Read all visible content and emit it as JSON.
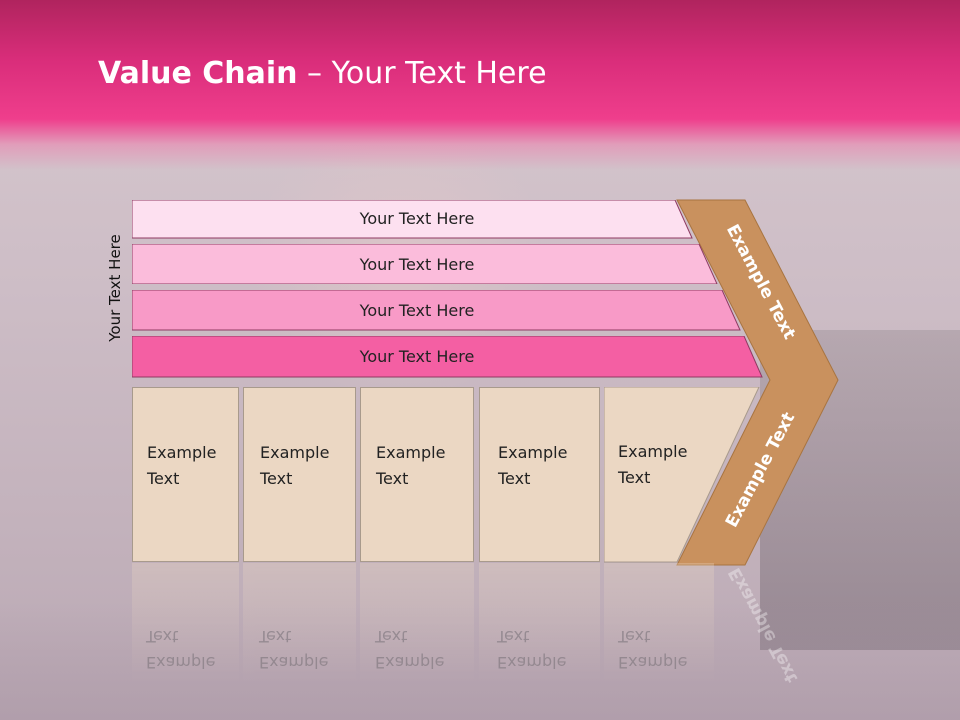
{
  "slide": {
    "title_bold": "Value Chain",
    "title_rest": " – Your Text Here",
    "side_label": "Your Text Here",
    "rows": [
      {
        "label": "Your Text Here",
        "color": "#fde0f0"
      },
      {
        "label": "Your Text Here",
        "color": "#fbbcdb"
      },
      {
        "label": "Your Text Here",
        "color": "#f89ac7"
      },
      {
        "label": "Your Text Here",
        "color": "#f45fa3"
      }
    ],
    "boxes": [
      {
        "line1": "Example",
        "line2": "Text"
      },
      {
        "line1": "Example",
        "line2": "Text"
      },
      {
        "line1": "Example",
        "line2": "Text"
      },
      {
        "line1": "Example",
        "line2": "Text"
      },
      {
        "line1": "Example",
        "line2": "Text"
      }
    ],
    "chevron_top": "Example Text",
    "chevron_bottom": "Example Text",
    "chevron_color": "#c9915e"
  }
}
